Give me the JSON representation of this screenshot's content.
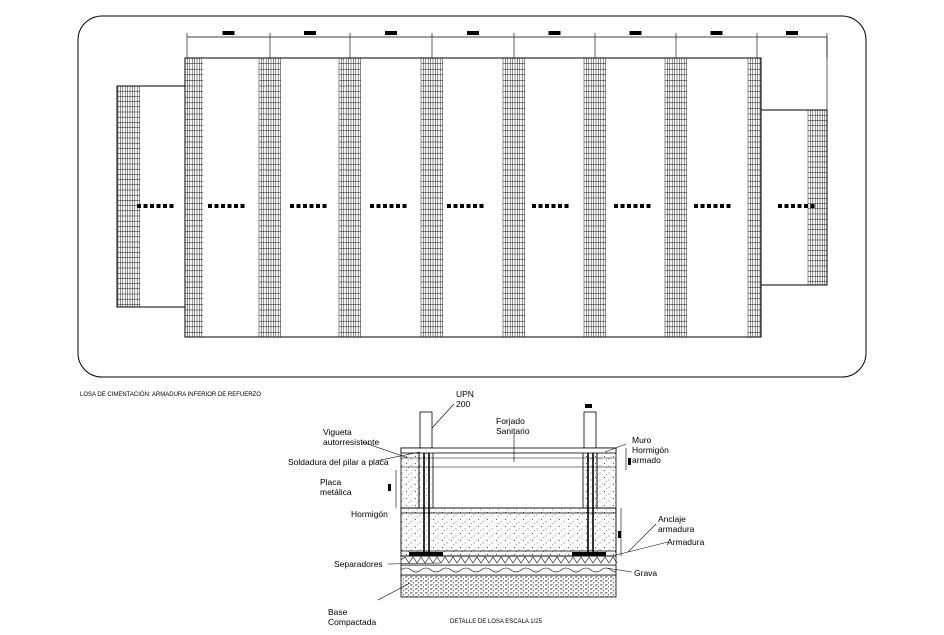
{
  "plan": {
    "caption": "LOSA DE CIMENTACIÓN: ARMADURA INFERIOR DE REFUERZO"
  },
  "detail": {
    "caption": "DETALLE DE LOSA ESCALA 1/25",
    "labels": {
      "upn": [
        "UPN",
        "200"
      ],
      "forjado": [
        "Forjado",
        "Sanitario"
      ],
      "vigueta": [
        "Vigueta",
        "autorresistente"
      ],
      "soldadura": "Soldadura del pilar a placa",
      "muro": [
        "Muro",
        "Hormigón",
        "armado"
      ],
      "placa": [
        "Placa",
        "metálica"
      ],
      "hormigon": "Hormigón",
      "anclaje": [
        "Anclaje",
        "armadura"
      ],
      "armadura": "Armadura",
      "separadores": "Separadores",
      "grava": "Grava",
      "base": [
        "Base",
        "Compactada"
      ]
    }
  }
}
